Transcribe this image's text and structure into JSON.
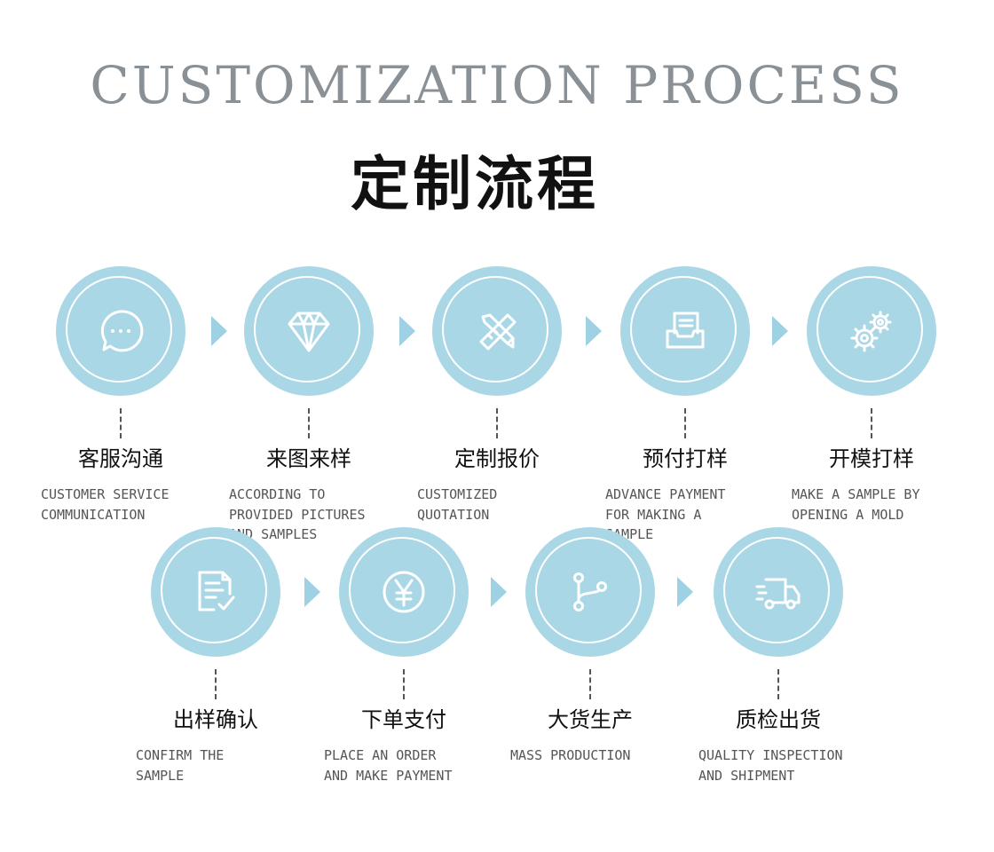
{
  "title_en": "CUSTOMIZATION PROCESS",
  "title_cn": "定制流程",
  "colors": {
    "circle": "#a9d7e6",
    "arrow": "#9ed1e3",
    "title_en": "#8a9196"
  },
  "steps": [
    {
      "cn": "客服沟通",
      "en": "CUSTOMER SERVICE\nCOMMUNICATION",
      "icon": "chat-bubble-icon"
    },
    {
      "cn": "来图来样",
      "en": "ACCORDING TO\nPROVIDED PICTURES\nAND SAMPLES",
      "icon": "diamond-icon"
    },
    {
      "cn": "定制报价",
      "en": "CUSTOMIZED\nQUOTATION",
      "icon": "ruler-pencil-icon"
    },
    {
      "cn": "预付打样",
      "en": "ADVANCE PAYMENT\nFOR MAKING A\nSAMPLE",
      "icon": "document-tray-icon"
    },
    {
      "cn": "开模打样",
      "en": "MAKE A SAMPLE BY\nOPENING A MOLD",
      "icon": "gears-icon"
    },
    {
      "cn": "出样确认",
      "en": "CONFIRM THE\nSAMPLE",
      "icon": "document-check-icon"
    },
    {
      "cn": "下单支付",
      "en": "PLACE AN ORDER\nAND MAKE PAYMENT",
      "icon": "yen-coin-icon"
    },
    {
      "cn": "大货生产",
      "en": "MASS PRODUCTION",
      "icon": "branch-flow-icon"
    },
    {
      "cn": "质检出货",
      "en": "QUALITY INSPECTION\nAND SHIPMENT",
      "icon": "delivery-truck-icon"
    }
  ]
}
